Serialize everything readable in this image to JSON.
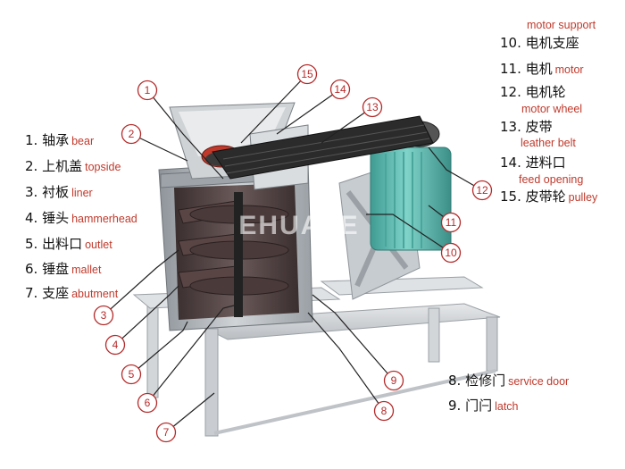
{
  "left_labels": [
    {
      "cn": "1. 轴承",
      "en": "bear"
    },
    {
      "cn": "2. 上机盖",
      "en": "topside"
    },
    {
      "cn": "3. 衬板",
      "en": "liner"
    },
    {
      "cn": "4. 锤头",
      "en": "hammerhead"
    },
    {
      "cn": "5. 出料口",
      "en": "outlet"
    },
    {
      "cn": "6. 锤盘",
      "en": "mallet"
    },
    {
      "cn": "7. 支座",
      "en": "abutment"
    }
  ],
  "right_labels": [
    {
      "cn": "10. 电机支座",
      "en": "motor support"
    },
    {
      "cn": "11. 电机",
      "en": "motor"
    },
    {
      "cn": "12. 电机轮",
      "en": "motor wheel"
    },
    {
      "cn": "13. 皮带",
      "en": "leather belt"
    },
    {
      "cn": "14. 进料口",
      "en": "feed opening"
    },
    {
      "cn": "15. 皮带轮",
      "en": "pulley"
    }
  ],
  "bottom_labels": [
    {
      "cn": "8. 检修门",
      "en": "service door"
    },
    {
      "cn": "9. 门闩",
      "en": "latch"
    }
  ],
  "callouts": [
    "1",
    "2",
    "3",
    "4",
    "5",
    "6",
    "7",
    "8",
    "9",
    "10",
    "11",
    "12",
    "13",
    "14",
    "15"
  ],
  "watermark": "EHUALE",
  "colors": {
    "label_red": "#c0392b",
    "callout_red": "#b52a2a",
    "motor_teal": "#5fb9b0",
    "belt_dark": "#2b2b2b",
    "housing_grey": "#b8bec4"
  }
}
